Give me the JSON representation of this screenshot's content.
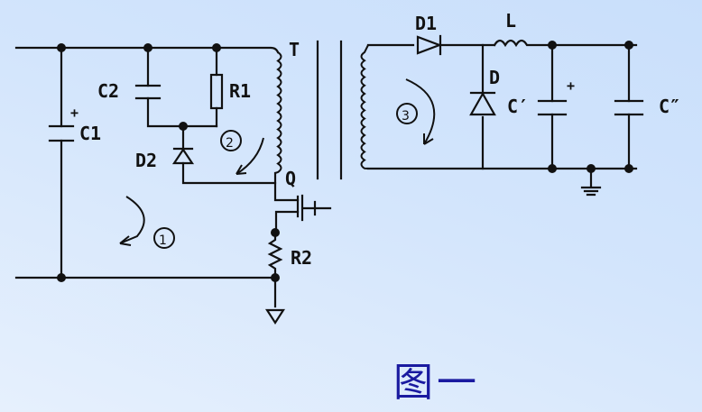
{
  "figure": {
    "caption": "图一",
    "type": "flyback-forward converter schematic"
  },
  "components": {
    "C1": {
      "label": "C1",
      "polarity_mark": "+"
    },
    "C2": {
      "label": "C2"
    },
    "R1": {
      "label": "R1"
    },
    "D2": {
      "label": "D2"
    },
    "R2": {
      "label": "R2"
    },
    "T": {
      "label": "T"
    },
    "Q": {
      "label": "Q"
    },
    "D1": {
      "label": "D1"
    },
    "L": {
      "label": "L"
    },
    "D": {
      "label": "D"
    },
    "Cp": {
      "label": "C′",
      "polarity_mark": "+"
    },
    "Cpp": {
      "label": "C″"
    }
  },
  "loops": [
    {
      "id": "loop-1",
      "label": "①"
    },
    {
      "id": "loop-2",
      "label": "②"
    },
    {
      "id": "loop-3",
      "label": "③"
    }
  ],
  "colors": {
    "wire": "#111111",
    "caption": "#1a1aa0",
    "background_top": "#c9dffb",
    "background_bottom": "#e6f0fd"
  }
}
